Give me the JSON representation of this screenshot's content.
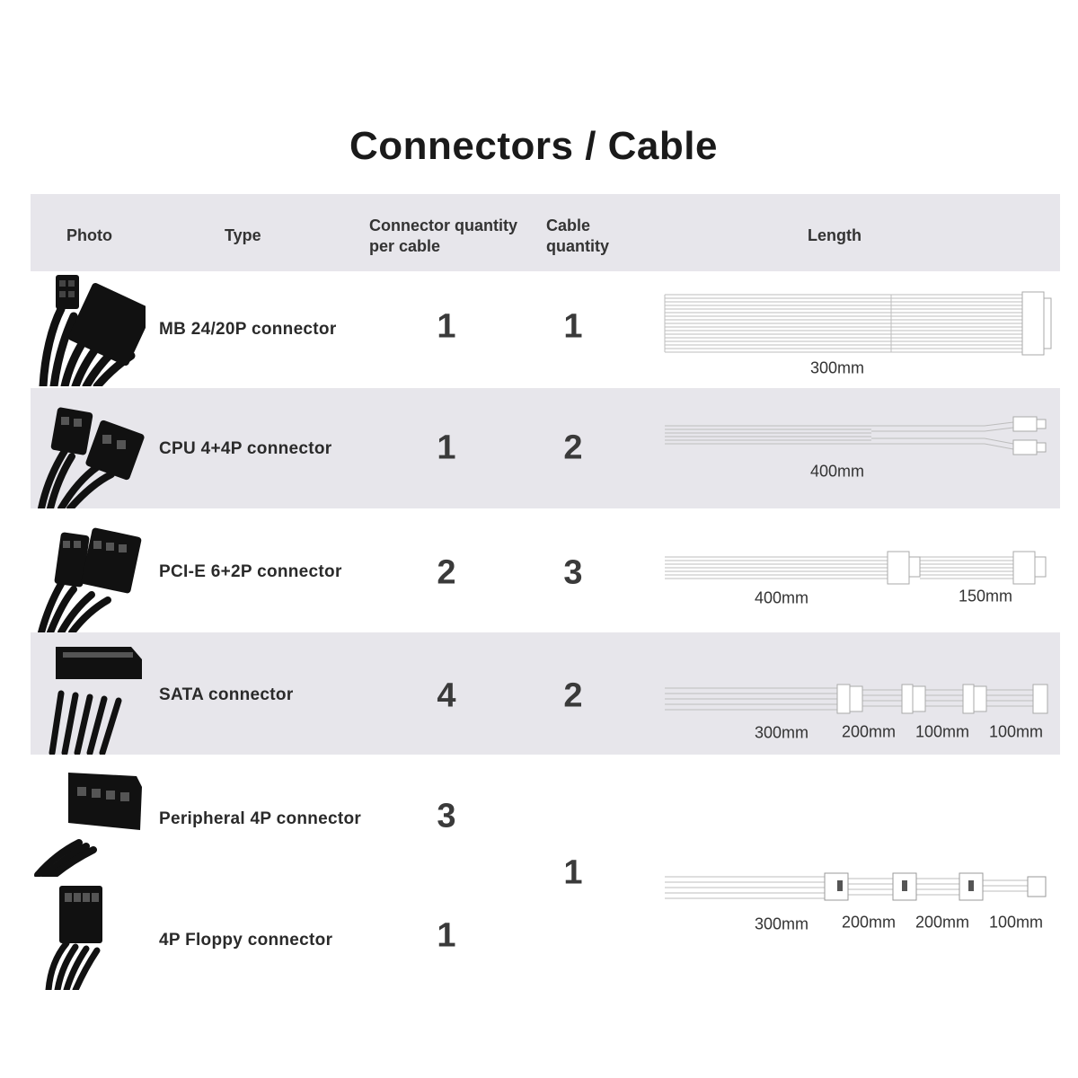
{
  "title": "Connectors / Cable",
  "headers": {
    "photo": "Photo",
    "type": "Type",
    "connector_qty_line1": "Connector quantity",
    "connector_qty_line2": "per cable",
    "cable_qty_line1": "Cable",
    "cable_qty_line2": "quantity",
    "length": "Length"
  },
  "rows": [
    {
      "type": "MB 24/20P connector",
      "connector_qty": "1",
      "cable_qty": "1",
      "lengths": [
        "300mm"
      ]
    },
    {
      "type": "CPU 4+4P connector",
      "connector_qty": "1",
      "cable_qty": "2",
      "lengths": [
        "400mm"
      ]
    },
    {
      "type": "PCI-E 6+2P connector",
      "connector_qty": "2",
      "cable_qty": "3",
      "lengths": [
        "400mm",
        "150mm"
      ]
    },
    {
      "type": "SATA connector",
      "connector_qty": "4",
      "cable_qty": "2",
      "lengths": [
        "300mm",
        "200mm",
        "100mm",
        "100mm"
      ]
    },
    {
      "type": "Peripheral 4P connector",
      "connector_qty": "3"
    },
    {
      "type": "4P Floppy connector",
      "connector_qty": "1"
    }
  ],
  "peripheral_group": {
    "cable_qty": "1",
    "lengths": [
      "300mm",
      "200mm",
      "200mm",
      "100mm"
    ]
  },
  "colors": {
    "band": "#e7e6eb",
    "cable_line": "#bdbdbd",
    "connector_black": "#111111"
  }
}
